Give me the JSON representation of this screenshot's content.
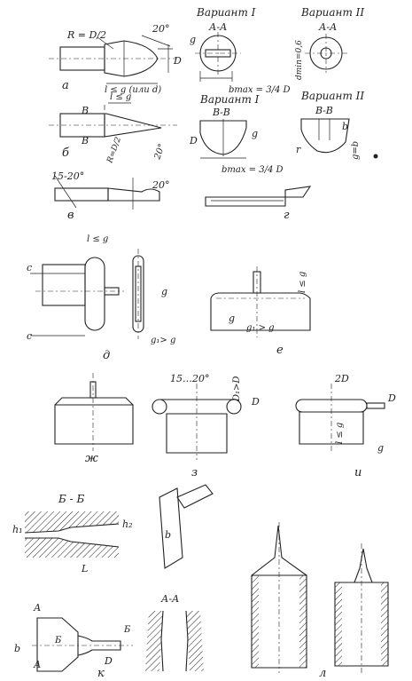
{
  "labels": {
    "a": "а",
    "b": "б",
    "v": "в",
    "g": "г",
    "d": "д",
    "e": "е",
    "zh": "ж",
    "z": "з",
    "i": "и",
    "k": "к",
    "l": "л"
  },
  "dims": {
    "r_eq": "R = D/2",
    "ang20": "20°",
    "ang15_20": "15-20°",
    "ang15_20b": "15…20°",
    "l_le_g_or_d": "l ≤ g (или d)",
    "l_le_g": "l ≤ g",
    "r_eq_b": "R=D/2",
    "g1_gt_g": "g₁> g",
    "g1_gt_g2": "g₁ > g",
    "d1_gt_d": "D₁>D",
    "two_d": "2D",
    "l_le_g2": "l ≤ g",
    "bmax_a": "bmax = 3/4 D",
    "bmax_b": "bmax = 3/4 D",
    "dmin": "dmin=0,6",
    "g_eq_b": "g=b"
  },
  "variants": {
    "v1": "Вариант I",
    "v2": "Вариант II",
    "v1b": "Вариант I",
    "v2b": "Вариант II"
  },
  "sections": {
    "aa": "А-А",
    "aa2": "А - А",
    "vv": "В-В",
    "vv2": "В-В",
    "bb": "Б - Б",
    "aa3": "А-А"
  },
  "letters": {
    "D": "D",
    "g": "g",
    "b": "b",
    "c": "c",
    "l": "l",
    "r": "r",
    "B": "В",
    "A": "А",
    "Bb": "Б",
    "L": "L",
    "h1": "h₁",
    "h2": "h₂"
  }
}
